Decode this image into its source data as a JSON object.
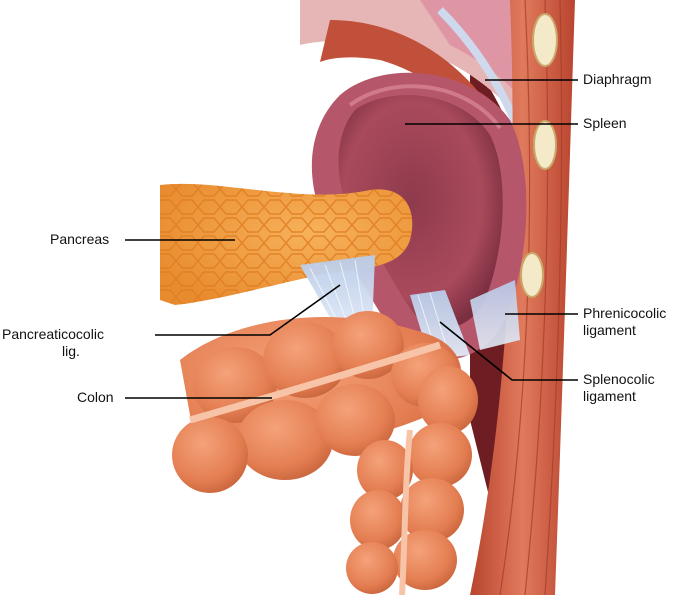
{
  "figure": {
    "labels": {
      "diaphragm": "Diaphragm",
      "spleen": "Spleen",
      "pancreas": "Pancreas",
      "pancreaticocolic_line1": "Pancreaticocolic",
      "pancreaticocolic_line2": "lig.",
      "phrenicocolic_line1": "Phrenicocolic",
      "phrenicocolic_line2": "ligament",
      "colon": "Colon",
      "splenocolic_line1": "Splenocolic",
      "splenocolic_line2": "ligament"
    },
    "colors": {
      "diaphragm_muscle": "#c0503a",
      "spleen": "#a94a5c",
      "spleen_light": "#c8677a",
      "pancreas": "#f29a3c",
      "colon": "#e98256",
      "ligament": "#c9d8ef",
      "rib": "#f4e9c8",
      "leader_line": "#000000"
    }
  }
}
